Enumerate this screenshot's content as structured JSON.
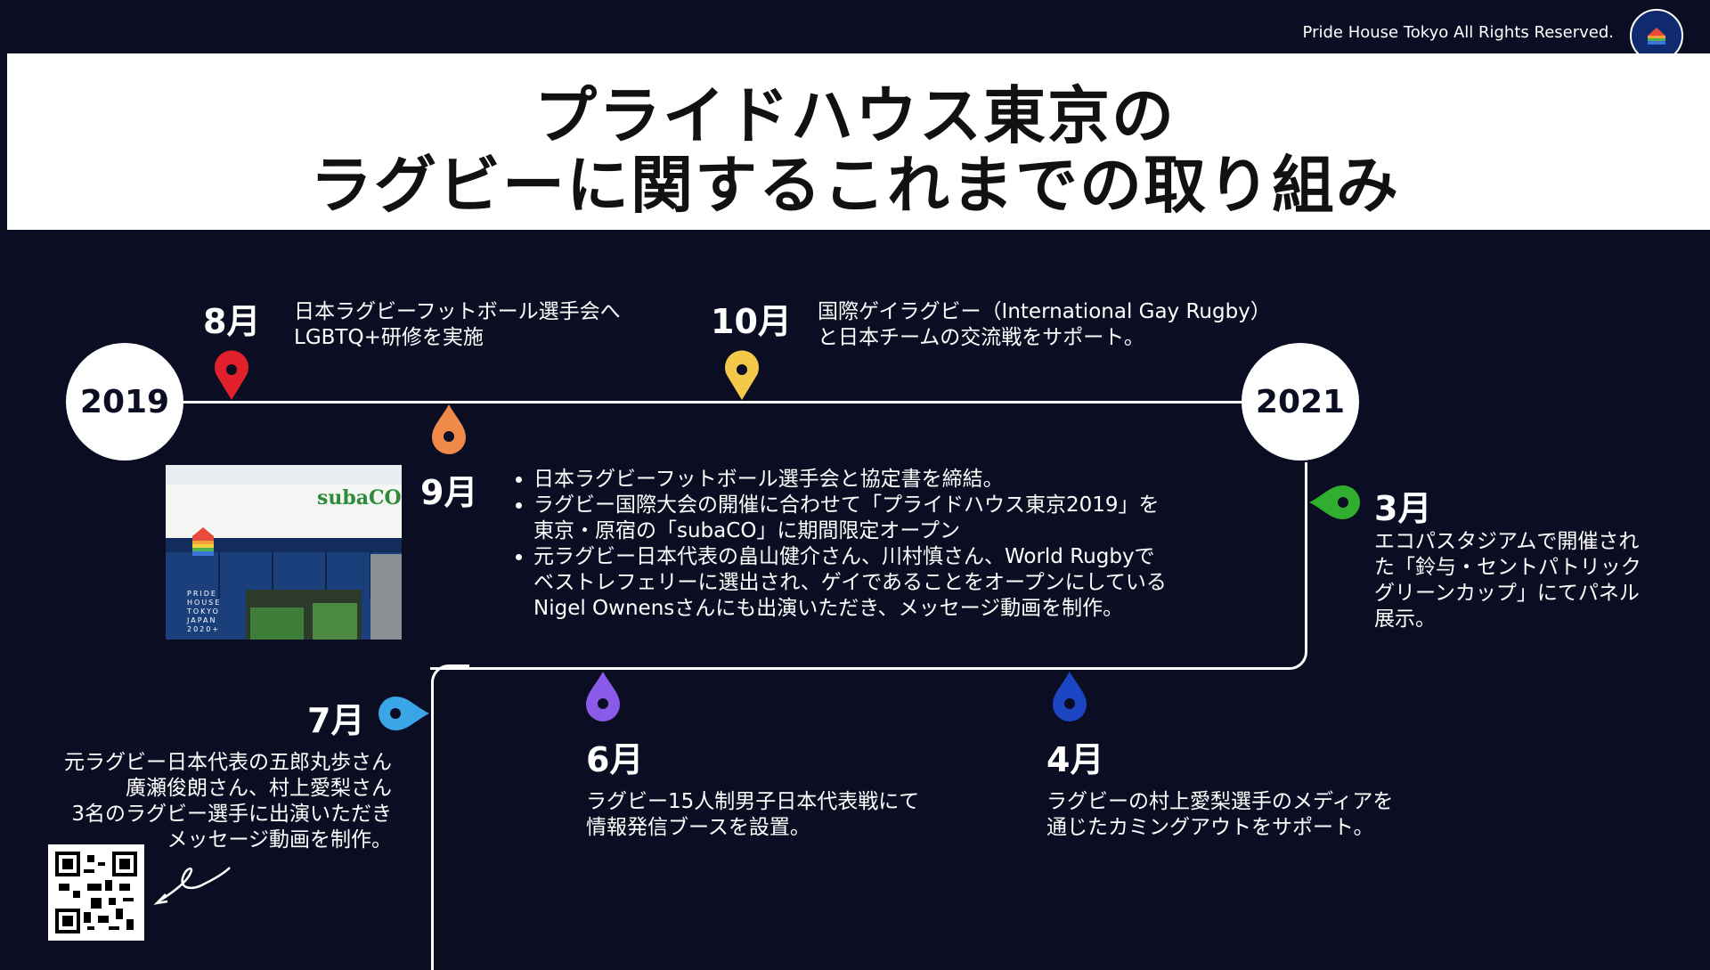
{
  "header": {
    "copyright": "Pride House Tokyo All Rights Reserved.",
    "logo_icon": "pride-house-tokyo-logo"
  },
  "title": {
    "line1": "プライドハウス東京の",
    "line2": "ラグビーに関するこれまでの取り組み"
  },
  "timeline": {
    "year_start": "2019",
    "year_end": "2021",
    "events": {
      "aug": {
        "month": "8月",
        "lines": [
          "日本ラグビーフットボール選手会へ",
          "LGBTQ+研修を実施"
        ],
        "pin_color": "#e0202a"
      },
      "oct": {
        "month": "10月",
        "lines": [
          "国際ゲイラグビー（International Gay Rugby）",
          "と日本チームの交流戦をサポート。"
        ],
        "pin_color": "#f4c94a"
      },
      "sep": {
        "month": "9月",
        "pin_color": "#f08a4b",
        "bullets": [
          {
            "lines": [
              "日本ラグビーフットボール選手会と協定書を締結。"
            ]
          },
          {
            "lines": [
              "ラグビー国際大会の開催に合わせて「プライドハウス東京2019」を",
              "東京・原宿の「subaCO」に期間限定オープン"
            ]
          },
          {
            "lines": [
              "元ラグビー日本代表の畠山健介さん、川村慎さん、World Rugbyで",
              "ベストレフェリーに選出され、ゲイであることをオープンにしている",
              "Nigel Ownensさんにも出演いただき、メッセージ動画を制作。"
            ]
          }
        ],
        "photo": {
          "store_sign": "subaCO",
          "curtain_text": [
            "PRIDE",
            "HOUSE",
            "TOKYO",
            "JAPAN",
            "2020+"
          ]
        }
      },
      "mar": {
        "month": "3月",
        "lines": [
          "エコパスタジアムで開催され",
          "た「鈴与・セントパトリック",
          "グリーンカップ」にてパネル",
          "展示。"
        ],
        "pin_color": "#2fae2f"
      },
      "jul": {
        "month": "7月",
        "lines": [
          "元ラグビー日本代表の五郎丸歩さん",
          "廣瀬俊朗さん、村上愛梨さん",
          "3名のラグビー選手に出演いただき",
          "メッセージ動画を制作。"
        ],
        "pin_color": "#3aa6e8"
      },
      "jun": {
        "month": "6月",
        "lines": [
          "ラグビー15人制男子日本代表戦にて",
          "情報発信ブースを設置。"
        ],
        "pin_color": "#8a5ae8"
      },
      "apr": {
        "month": "4月",
        "lines": [
          "ラグビーの村上愛梨選手のメディアを",
          "通じたカミングアウトをサポート。"
        ],
        "pin_color": "#1c45c4"
      }
    }
  }
}
